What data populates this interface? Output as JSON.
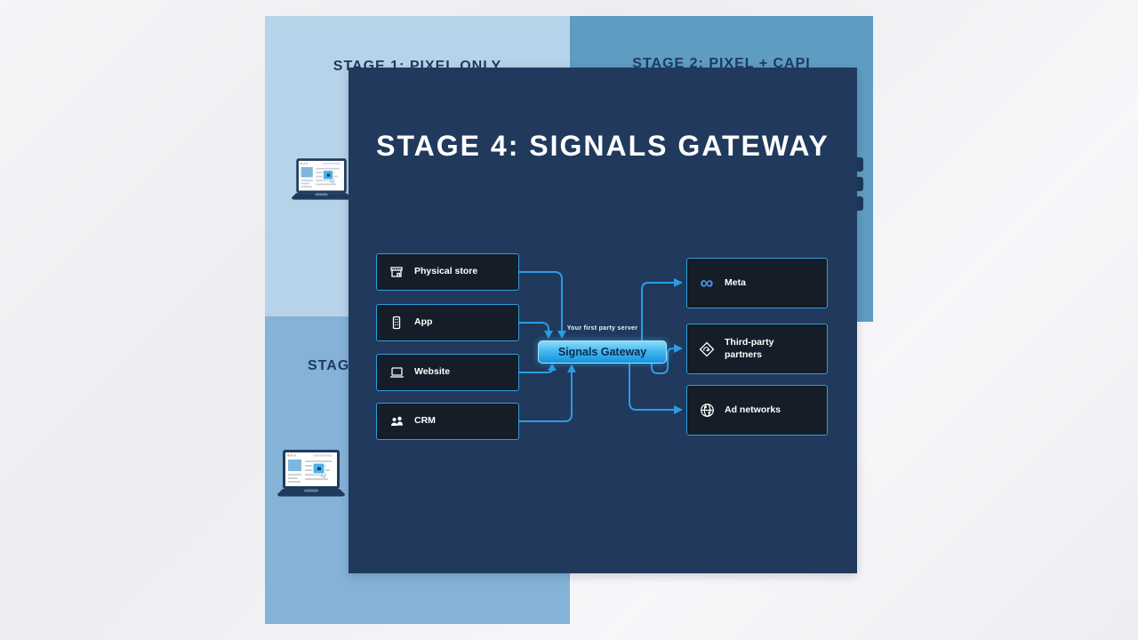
{
  "quadrants": {
    "stage1": {
      "title": "STAGE 1: PIXEL ONLY"
    },
    "stage2": {
      "title": "STAGE 2: PIXEL + CAPI"
    },
    "stage3": {
      "title_visible_partial": "STAG"
    }
  },
  "card": {
    "title": "STAGE 4: SIGNALS GATEWAY",
    "server_label": "Your first party server",
    "gateway_button_label": "Signals Gateway",
    "sources": [
      {
        "label": "Physical store",
        "icon": "storefront-icon"
      },
      {
        "label": "App",
        "icon": "mobile-app-icon"
      },
      {
        "label": "Website",
        "icon": "laptop-icon"
      },
      {
        "label": "CRM",
        "icon": "people-icon"
      }
    ],
    "destinations": [
      {
        "label": "Meta",
        "icon": "meta-infinity-icon"
      },
      {
        "label": "Third-party partners",
        "icon": "partner-badge-icon"
      },
      {
        "label": "Ad networks",
        "icon": "globe-icon"
      }
    ],
    "meta_glyph": "∞"
  },
  "colors": {
    "page_bg": "#f0f0f4",
    "stage1_bg": "#b7d3e9",
    "stage2_bg": "#5e9cc2",
    "stage3_bg": "#85b2d7",
    "card_bg": "#20395c",
    "node_bg": "#141d28",
    "node_border": "#2f9fdb",
    "connector": "#2b9de4",
    "button_gradient_top": "#8edcf9",
    "button_gradient_bottom": "#1593dc",
    "button_text": "#0e2a4d",
    "card_title_text": "#ffffff",
    "quadrant_title_text": "#1d3a5e"
  }
}
